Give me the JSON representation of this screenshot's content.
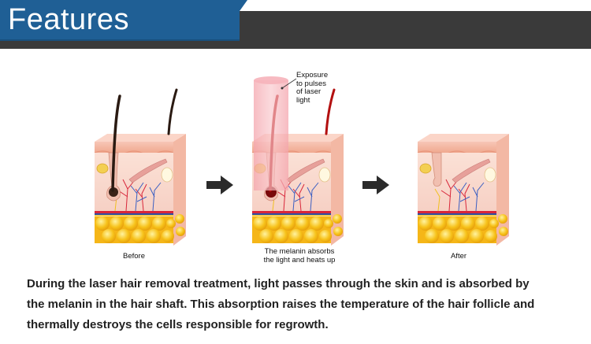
{
  "header": {
    "title": "Features"
  },
  "diagram": {
    "annotation_exposure": [
      "Exposure",
      "to pulses",
      "of laser",
      "light"
    ],
    "panels": [
      {
        "caption": [
          "Before"
        ]
      },
      {
        "caption": [
          "The melanin absorbs",
          "the light and heats up"
        ]
      },
      {
        "caption": [
          "After"
        ]
      }
    ]
  },
  "description": {
    "lines": [
      "During the laser hair removal treatment, light passes through the skin and is absorbed by",
      "the melanin in the hair shaft. This absorption raises the temperature of the hair follicle and",
      "thermally destroys the cells responsible for regrowth."
    ]
  }
}
